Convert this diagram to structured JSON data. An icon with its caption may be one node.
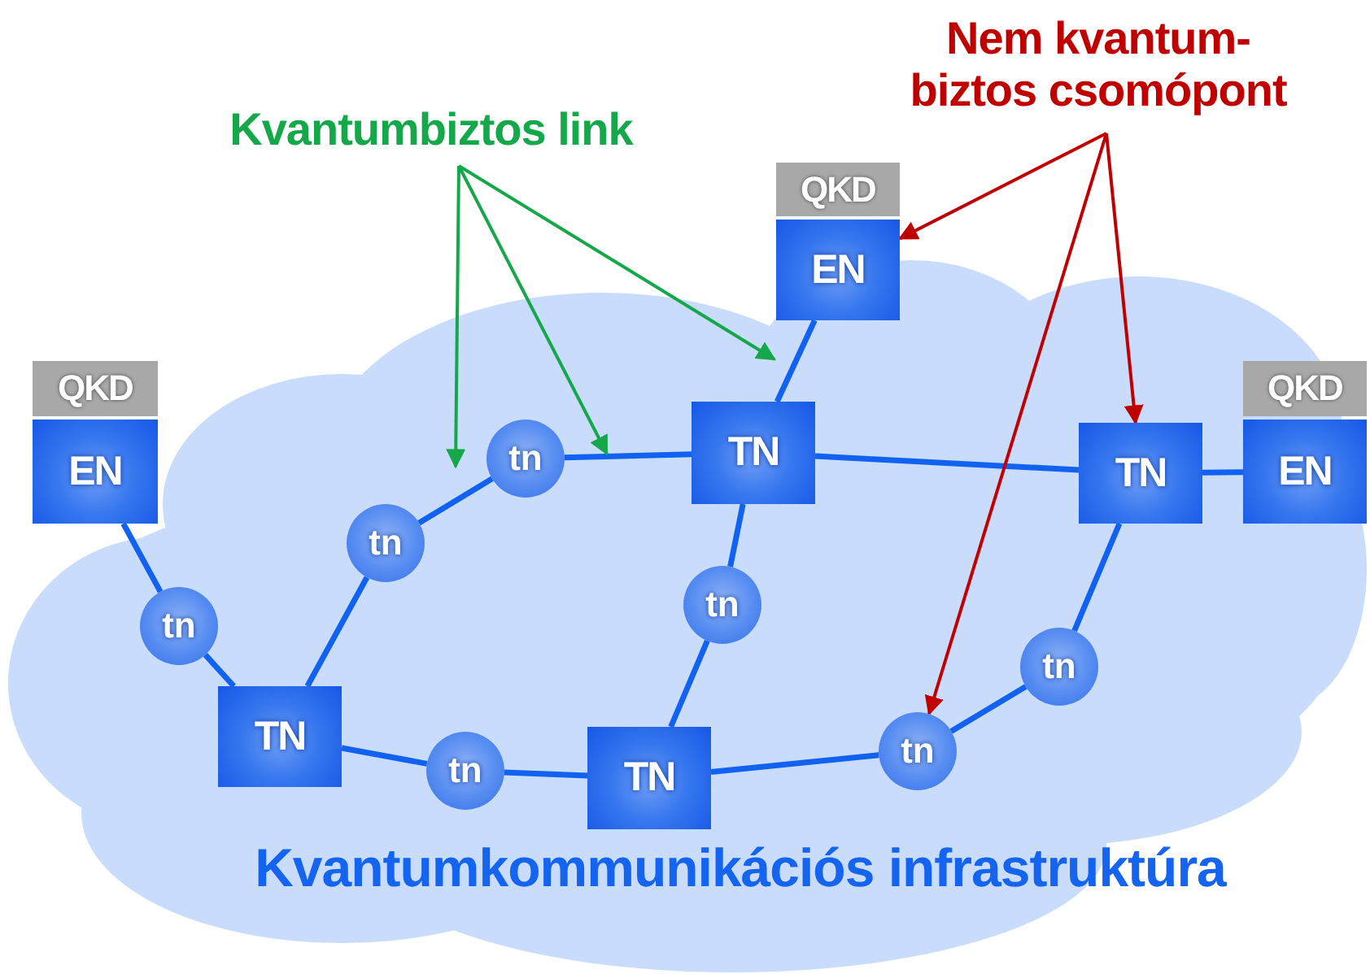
{
  "diagram": {
    "nodes": [
      {
        "text": [
          "Kvantumkommunikációs infrastruktúra"
        ]
      },
      {
        "text": [
          "Kvantumbiztos link"
        ]
      },
      {
        "text": [
          "Nem kvantum- biztos csomópont"
        ]
      },
      {
        "text": [
          "QKD",
          "EN"
        ]
      },
      {
        "text": [
          "QKD",
          "EN"
        ]
      },
      {
        "text": [
          "QKD",
          "EN"
        ]
      },
      {
        "text": [
          "tn"
        ],
        "in": 0
      },
      {
        "text": [
          "TN"
        ],
        "in": 0
      },
      {
        "text": [
          "tn"
        ],
        "in": 0
      },
      {
        "text": [
          "tn"
        ],
        "in": 0
      },
      {
        "text": [
          "TN"
        ],
        "in": 0
      },
      {
        "text": [
          "tn"
        ],
        "in": 0
      },
      {
        "text": [
          "tn"
        ],
        "in": 0
      },
      {
        "text": [
          "TN"
        ],
        "in": 0
      },
      {
        "text": [
          "TN"
        ],
        "in": 0
      },
      {
        "text": [
          "tn"
        ],
        "in": 0
      },
      {
        "text": [
          "tn"
        ],
        "in": 0
      }
    ],
    "edges": [
      {
        "from": 3,
        "to": 6,
        "arrow": "none"
      },
      {
        "from": 6,
        "to": 7,
        "arrow": "none"
      },
      {
        "from": 7,
        "to": 8,
        "arrow": "none"
      },
      {
        "from": 8,
        "to": 9,
        "arrow": "none"
      },
      {
        "from": 9,
        "to": 10,
        "arrow": "none"
      },
      {
        "from": 10,
        "to": 4,
        "arrow": "none"
      },
      {
        "from": 10,
        "to": 14,
        "arrow": "none"
      },
      {
        "from": 14,
        "to": 5,
        "arrow": "none"
      },
      {
        "from": 10,
        "to": 11,
        "arrow": "none"
      },
      {
        "from": 11,
        "to": 13,
        "arrow": "none"
      },
      {
        "from": 7,
        "to": 12,
        "arrow": "none"
      },
      {
        "from": 12,
        "to": 13,
        "arrow": "none"
      },
      {
        "from": 13,
        "to": 16,
        "arrow": "none"
      },
      {
        "from": 16,
        "to": 15,
        "arrow": "none"
      },
      {
        "from": 15,
        "to": 14,
        "arrow": "none"
      },
      {
        "from": 1,
        "to": 0,
        "arrow": "to",
        "color": "#14a84a"
      },
      {
        "from": 1,
        "to": 0,
        "arrow": "to",
        "color": "#14a84a"
      },
      {
        "from": 1,
        "to": 0,
        "arrow": "to",
        "color": "#14a84a"
      },
      {
        "from": 2,
        "to": 4,
        "arrow": "to",
        "color": "#c00000"
      },
      {
        "from": 2,
        "to": 14,
        "arrow": "to",
        "color": "#c00000"
      },
      {
        "from": 2,
        "to": 16,
        "arrow": "to",
        "color": "#c00000"
      }
    ]
  }
}
